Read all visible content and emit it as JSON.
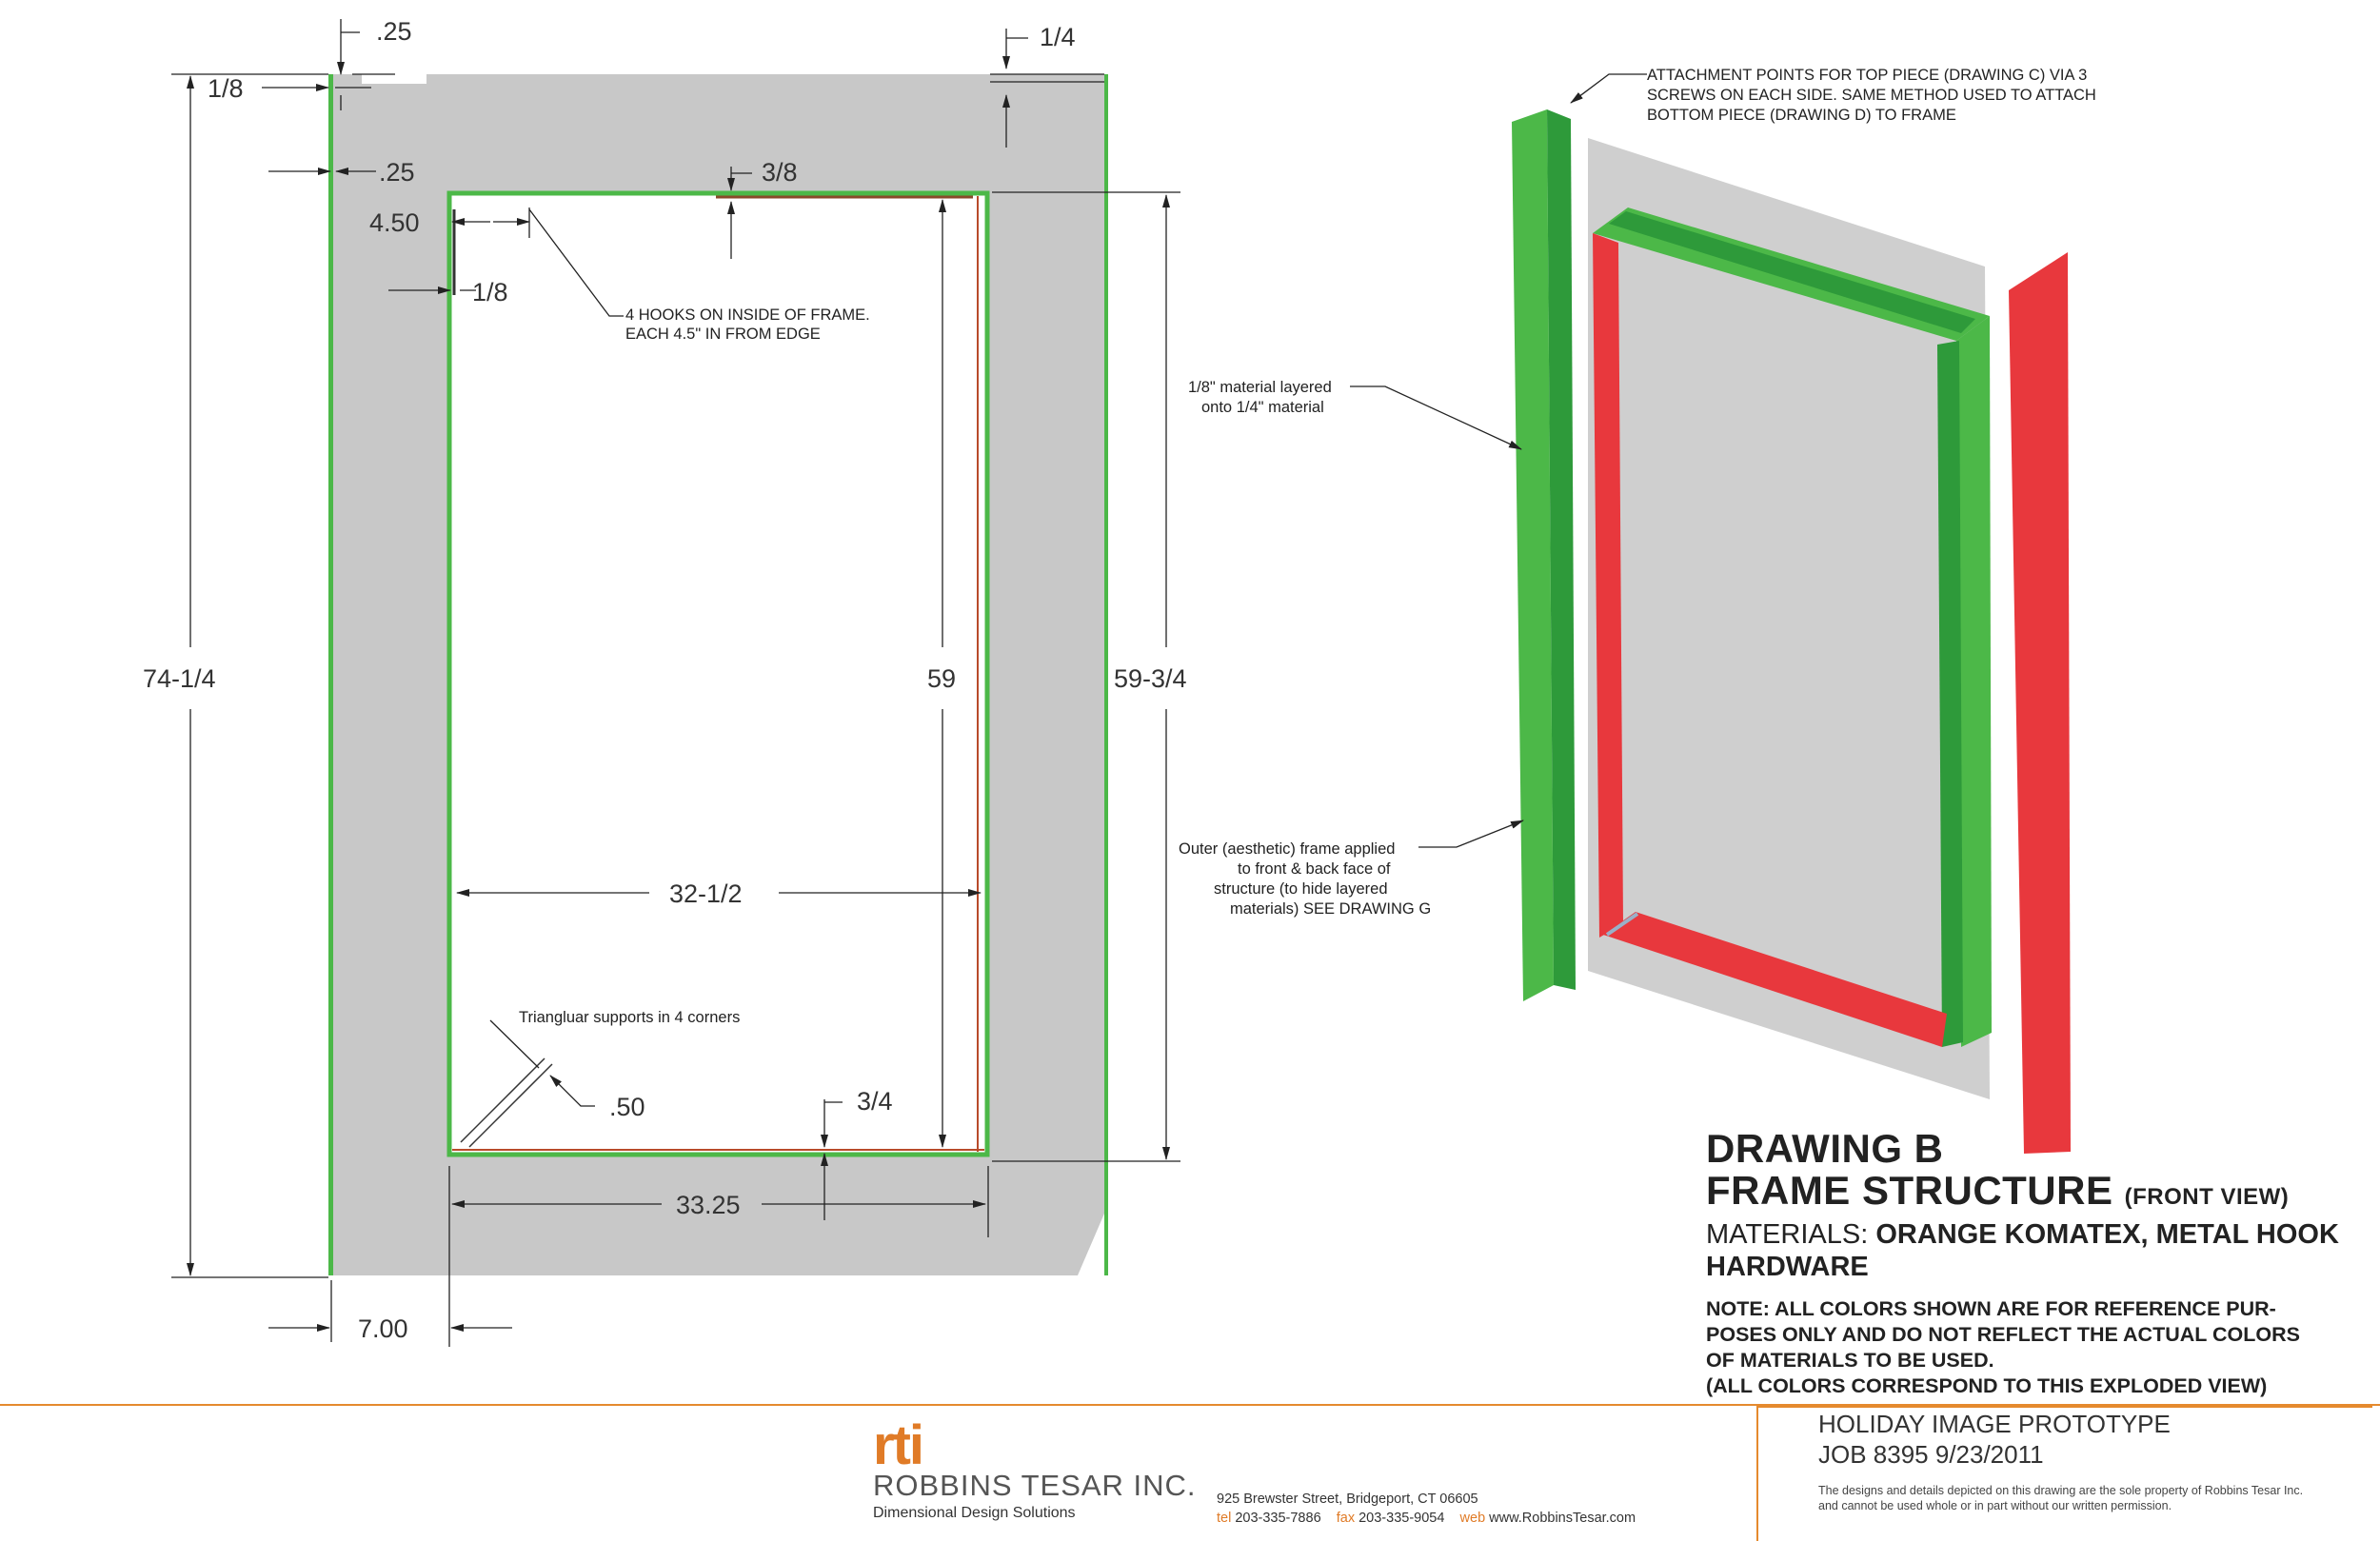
{
  "front_view": {
    "dims": {
      "top_gap": ".25",
      "top_right_thk": "1/4",
      "left_thk": "1/8",
      "left_gap": ".25",
      "hook_offset": "4.50",
      "inner_thk": "1/8",
      "top_inner": "3/8",
      "overall_height": "74-1/4",
      "inner_height": "59",
      "opening_height": "59-3/4",
      "inner_width": "32-1/2",
      "support_size": ".50",
      "bottom_inner": "3/4",
      "outer_width": "33.25",
      "side_width": "7.00"
    },
    "notes": {
      "hooks": [
        "4 HOOKS ON INSIDE OF FRAME.",
        "EACH 4.5\" IN FROM EDGE"
      ],
      "supports": "Triangluar supports in 4 corners"
    }
  },
  "exploded_view": {
    "notes": {
      "attachment": [
        "ATTACHMENT POINTS FOR TOP PIECE (DRAWING C) VIA 3",
        "SCREWS ON EACH SIDE. SAME METHOD USED TO ATTACH",
        "BOTTOM PIECE (DRAWING D) TO FRAME"
      ],
      "layered": [
        "1/8\" material layered",
        "onto 1/4\" material"
      ],
      "outer_frame": [
        "Outer (aesthetic) frame applied",
        "to front    & back face of",
        "structure (to hide layered",
        "materials) SEE DRAWING G"
      ]
    }
  },
  "title_block": {
    "drawing": "DRAWING B",
    "name": "FRAME STRUCTURE",
    "view": "(FRONT VIEW)",
    "materials_label": "MATERIALS:",
    "materials_value": "ORANGE KOMATEX, METAL HOOK HARDWARE",
    "note_lines": [
      "NOTE: ALL COLORS SHOWN ARE FOR REFERENCE PUR-",
      "POSES ONLY AND DO NOT REFLECT THE ACTUAL COLORS",
      "OF MATERIALS TO BE USED.",
      "(ALL COLORS CORRESPOND TO THIS EXPLODED VIEW)"
    ]
  },
  "footer": {
    "logo_mark": "rti",
    "company": "ROBBINS TESAR INC.",
    "tagline": "Dimensional Design Solutions",
    "address": "925 Brewster Street, Bridgeport, CT 06605",
    "tel_label": "tel",
    "tel": "203-335-7886",
    "fax_label": "fax",
    "fax": "203-335-9054",
    "web_label": "web",
    "web": "www.RobbinsTesar.com",
    "project": "HOLIDAY IMAGE PROTOTYPE",
    "job": "JOB 8395  9/23/2011",
    "disclaimer": [
      "The designs and details depicted on this drawing are the sole property of Robbins Tesar Inc.",
      "and cannot be used whole or in part without our written permission."
    ]
  },
  "colors": {
    "gray": "#c8c8c8",
    "green": "#4cb848",
    "dark_green": "#2e9a3a",
    "red": "#e8383d",
    "accent": "#e58a2e"
  }
}
